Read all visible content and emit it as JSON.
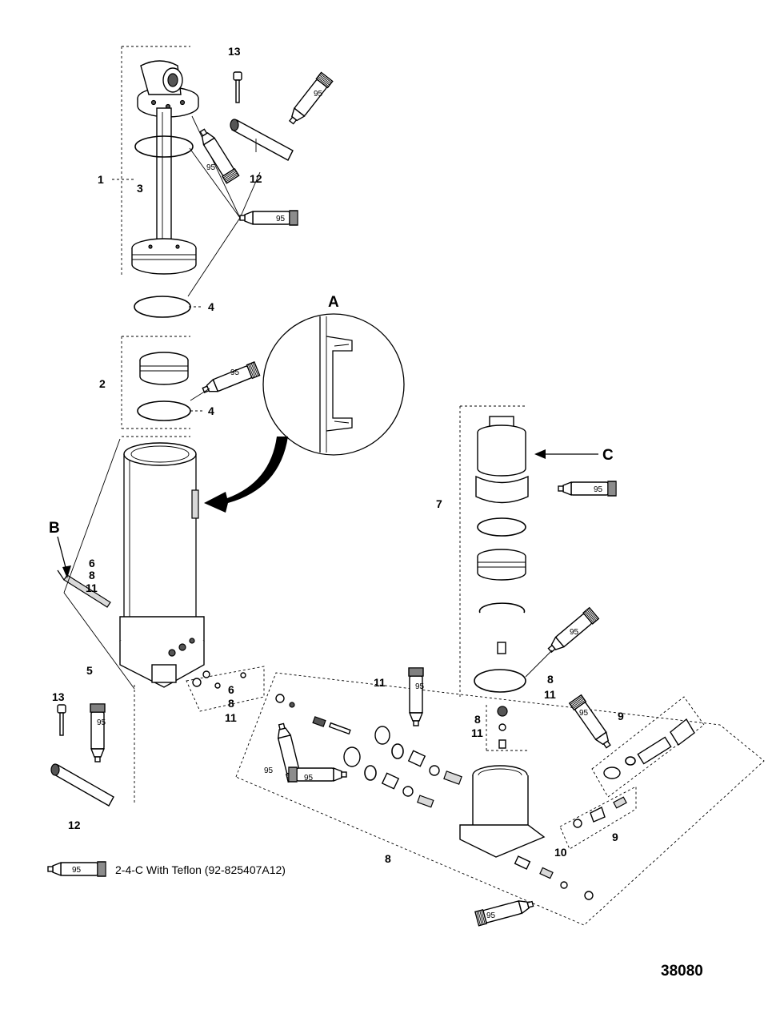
{
  "callouts": {
    "c1": "1",
    "c2": "2",
    "c3": "3",
    "c4a": "4",
    "c4b": "4",
    "c5": "5",
    "c6a": "6",
    "c6b": "6",
    "c7": "7",
    "c8a": "8",
    "c8b": "8",
    "c8c": "8",
    "c8d": "8",
    "c8e": "8",
    "c9a": "9",
    "c9b": "9",
    "c10": "10",
    "c11a": "11",
    "c11b": "11",
    "c11c": "11",
    "c11d": "11",
    "c11e": "11",
    "c12a": "12",
    "c12b": "12",
    "c13a": "13",
    "c13b": "13"
  },
  "view_letters": {
    "a": "A",
    "b": "B",
    "c": "C"
  },
  "sealant_tube_label": "95",
  "legend": {
    "text": "2-4-C  With Teflon (92-825407A12)"
  },
  "figure_number": "38080"
}
